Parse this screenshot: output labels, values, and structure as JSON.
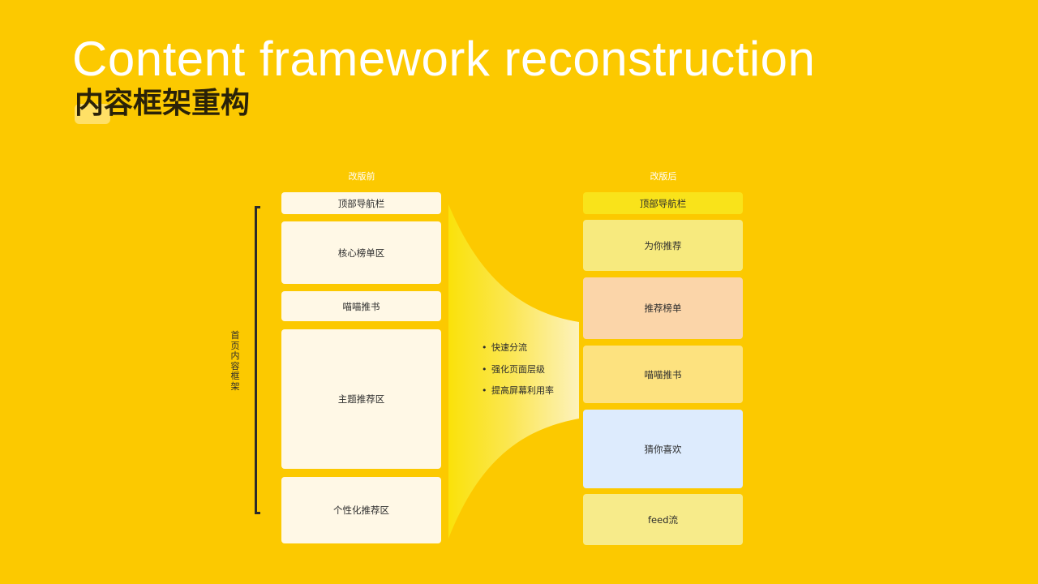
{
  "title": {
    "english": "Content framework reconstruction",
    "chinese": "内容框架重构"
  },
  "side_label": "首页内容框架",
  "before": {
    "label": "改版前",
    "blocks": [
      "顶部导航栏",
      "核心榜单区",
      "喵喵推书",
      "主题推荐区",
      "个性化推荐区"
    ]
  },
  "after": {
    "label": "改版后",
    "blocks": [
      "顶部导航栏",
      "为你推荐",
      "推荐榜单",
      "喵喵推书",
      "猜你喜欢",
      "feed流"
    ]
  },
  "benefits": [
    "快速分流",
    "强化页面层级",
    "提高屏幕利用率"
  ],
  "colors": {
    "background": "#FCC900",
    "before_block": "#FFF8E6",
    "after_nav": "#F9E31A",
    "after_recommend": "#F7EA7E",
    "after_ranking": "#FBD5A9",
    "after_miaomiao": "#FDE27F",
    "after_guess": "#DDEBFD",
    "after_feed": "#F7EB8A",
    "funnel_start": "#FAE20A",
    "funnel_end": "#FDF2BC"
  }
}
